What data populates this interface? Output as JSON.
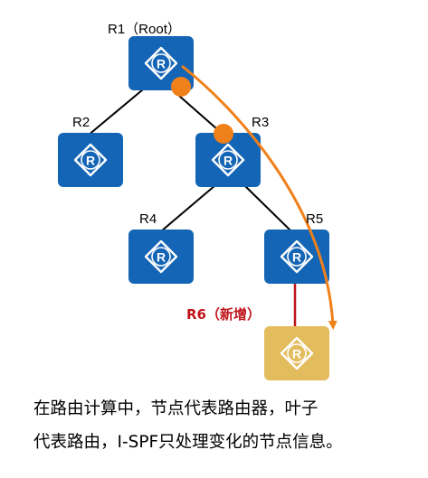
{
  "nodes": [
    {
      "id": "r1",
      "label": "R1（Root）",
      "kind": "router"
    },
    {
      "id": "r2",
      "label": "R2",
      "kind": "router"
    },
    {
      "id": "r3",
      "label": "R3",
      "kind": "router"
    },
    {
      "id": "r4",
      "label": "R4",
      "kind": "router"
    },
    {
      "id": "r5",
      "label": "R5",
      "kind": "router"
    },
    {
      "id": "r6",
      "label": "R6（新增）",
      "kind": "new-router"
    }
  ],
  "edges": [
    {
      "from": "r1",
      "to": "r2"
    },
    {
      "from": "r1",
      "to": "r3"
    },
    {
      "from": "r3",
      "to": "r4"
    },
    {
      "from": "r3",
      "to": "r5"
    },
    {
      "from": "r5",
      "to": "r6",
      "new": true
    }
  ],
  "colors": {
    "router": "#1565b6",
    "new_router": "#e3bc5e",
    "new_label": "#c0131a",
    "edge": "#000000",
    "new_edge": "#c0131a",
    "path_arrow": "#f08019",
    "marker_dot": "#f08019"
  },
  "icons": {
    "router": "router-diamond-icon",
    "arrow": "orange-curved-arrow"
  },
  "caption": {
    "line1": "在路由计算中，节点代表路由器，叶子",
    "line2": "代表路由，I-SPF只处理变化的节点信息。"
  }
}
